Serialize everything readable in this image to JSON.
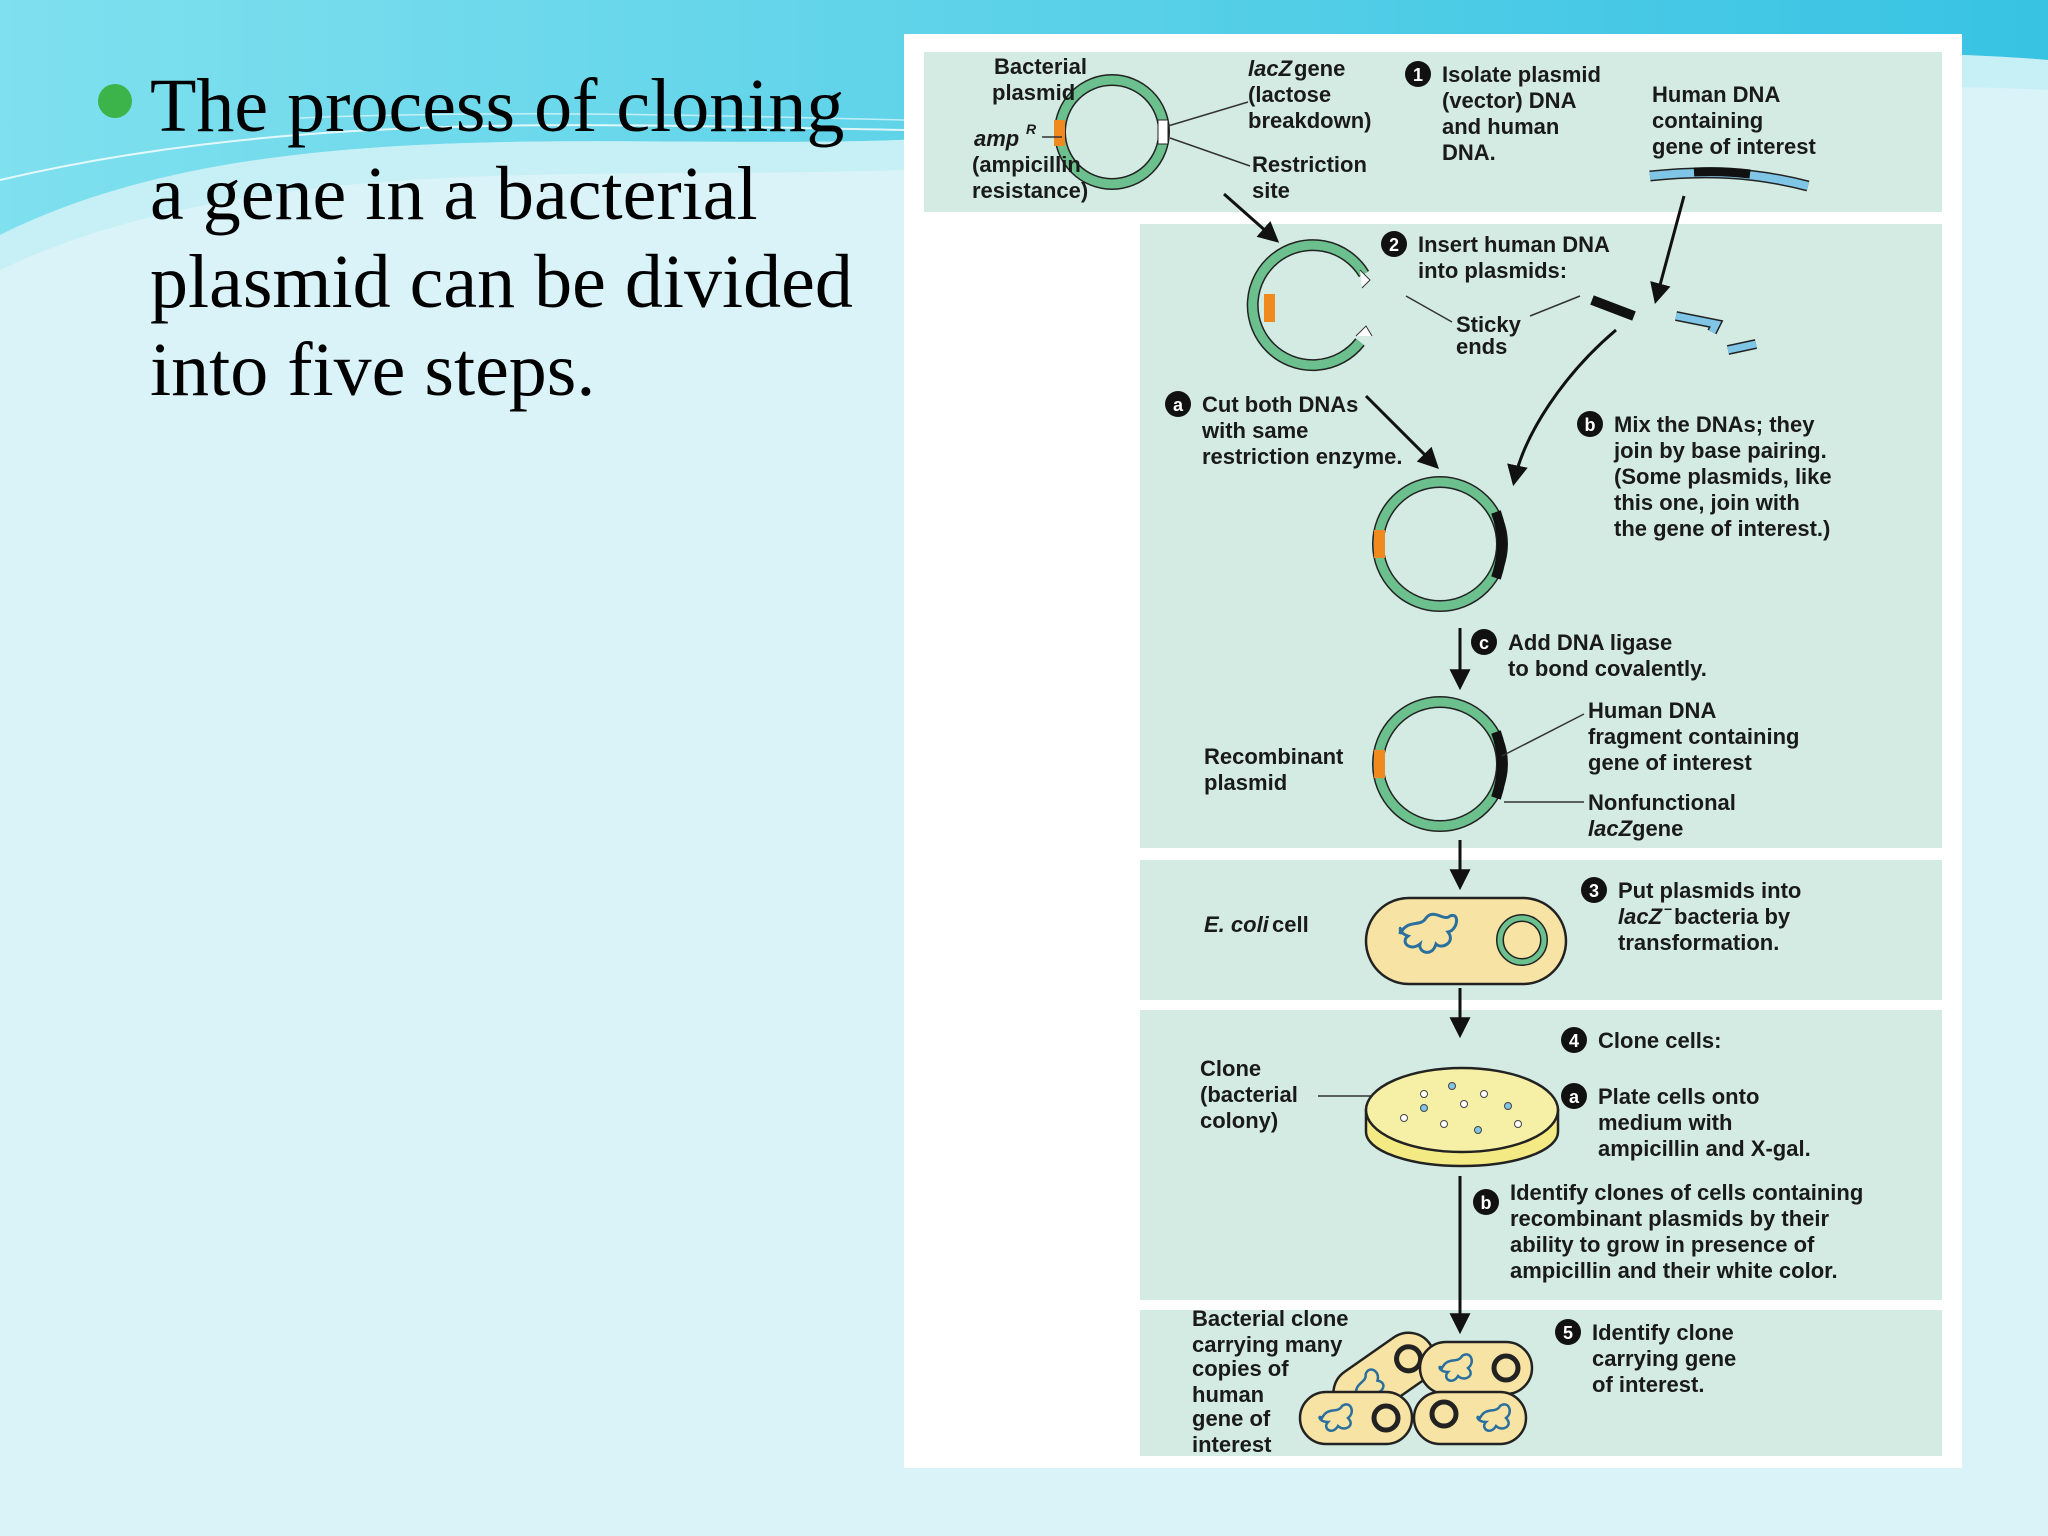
{
  "slide": {
    "bullet_text": "The process of cloning a gene in a bacterial plasmid can be divided into five steps."
  },
  "colors": {
    "background": "#d9f3f8",
    "bullet": "#3cb44a",
    "panel": "#d3ebe2",
    "plasmid_ring": "#6cc08d",
    "amp_marker": "#f08a1e",
    "human_dna": "#7fc6e6",
    "ecoli_cell": "#f7e4a4",
    "petri_medium": "#f3ea84"
  },
  "diagram": {
    "step1": {
      "label_bacterial_plasmid_1": "Bacterial",
      "label_bacterial_plasmid_2": "plasmid",
      "label_ampr": "amp",
      "label_ampr_sup": "R",
      "label_ampicillin_1": "(ampicillin",
      "label_ampicillin_2": "resistance)",
      "label_lacz_italic": "lacZ",
      "label_lacz_gene": " gene",
      "label_lactose": "(lactose",
      "label_breakdown": "breakdown)",
      "label_restriction_1": "Restriction",
      "label_restriction_2": "site",
      "number": "1",
      "text_1": "Isolate plasmid",
      "text_2": "(vector) DNA",
      "text_3": "and human",
      "text_4": "DNA.",
      "human_dna_1": "Human DNA",
      "human_dna_2": "containing",
      "human_dna_3": "gene of interest"
    },
    "step2": {
      "number": "2",
      "text_1": "Insert human DNA",
      "text_2": "into plasmids:",
      "sticky_1": "Sticky",
      "sticky_2": "ends",
      "a_letter": "a",
      "a_text_1": "Cut both DNAs",
      "a_text_2": "with same",
      "a_text_3": "restriction enzyme.",
      "b_letter": "b",
      "b_text_1": "Mix the DNAs; they",
      "b_text_2": "join by base pairing.",
      "b_text_3": "(Some plasmids, like",
      "b_text_4": "this one, join with",
      "b_text_5": "the gene of interest.)",
      "c_letter": "c",
      "c_text_1": "Add DNA ligase",
      "c_text_2": "to bond covalently.",
      "recombinant_1": "Recombinant",
      "recombinant_2": "plasmid",
      "human_fragment_1": "Human DNA",
      "human_fragment_2": "fragment containing",
      "human_fragment_3": "gene of interest",
      "nonfunctional_1": "Nonfunctional",
      "nonfunctional_italic": "lacZ",
      "nonfunctional_gene": " gene"
    },
    "step3": {
      "number": "3",
      "ecoli_italic": "E. coli",
      "ecoli_cell": " cell",
      "text_1": "Put plasmids into",
      "text_2_italic": "lacZ",
      "text_2_sup": "−",
      "text_2_rest": " bacteria by",
      "text_3": "transformation."
    },
    "step4": {
      "number": "4",
      "title": "Clone cells:",
      "clone_1": "Clone",
      "clone_2": "(bacterial",
      "clone_3": "colony)",
      "a_letter": "a",
      "a_text_1": "Plate cells onto",
      "a_text_2": "medium with",
      "a_text_3": "ampicillin and X-gal.",
      "b_letter": "b",
      "b_text_1": "Identify clones of cells containing",
      "b_text_2": "recombinant plasmids by their",
      "b_text_3": "ability to grow in presence of",
      "b_text_4": "ampicillin and their white color."
    },
    "step5": {
      "number": "5",
      "text_1": "Identify clone",
      "text_2": "carrying gene",
      "text_3": "of interest.",
      "label_1": "Bacterial clone",
      "label_2": "carrying many",
      "label_3": "copies of",
      "label_4": "human",
      "label_5": "gene of",
      "label_6": "interest"
    }
  }
}
